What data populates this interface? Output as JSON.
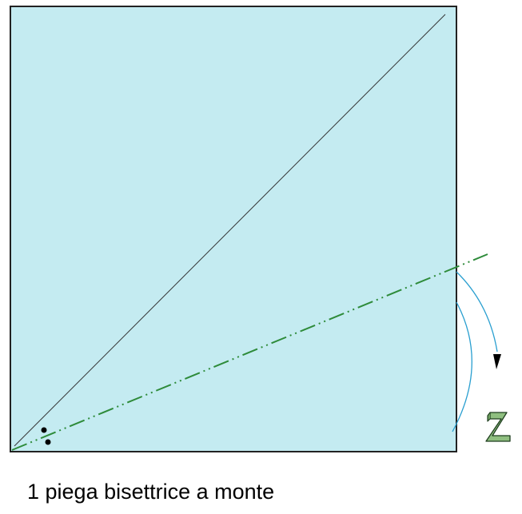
{
  "diagram": {
    "caption": "1 piega bisettrice a monte",
    "symbols": [
      "paper-square",
      "diagonal-crease",
      "mountain-fold-line",
      "fold-arrow",
      "turn-over-icon",
      "reference-dots"
    ],
    "colors": {
      "paper": "#c4ebf1",
      "paper_border": "#222222",
      "crease": "#333333",
      "mountain_fold": "#2e8b3a",
      "arrow": "#2a9fd0",
      "turn_over_icon": "#8fbf80"
    }
  }
}
